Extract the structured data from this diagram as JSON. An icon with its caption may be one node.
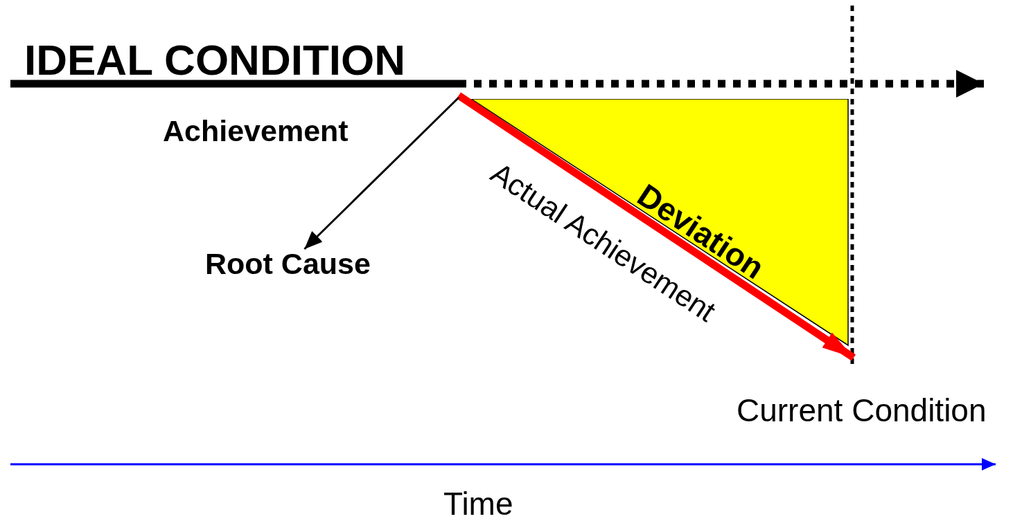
{
  "diagram": {
    "nodes": [
      {
        "text": [
          "Root Cause"
        ]
      },
      {
        "text": [
          "Deviation"
        ]
      }
    ],
    "edges": [
      {
        "from": 1,
        "to": 0,
        "arrow": "to"
      }
    ],
    "labels": [
      "IDEAL CONDITION",
      "Achievement",
      "Actual Achievement",
      "Current Condition",
      "Time"
    ]
  }
}
